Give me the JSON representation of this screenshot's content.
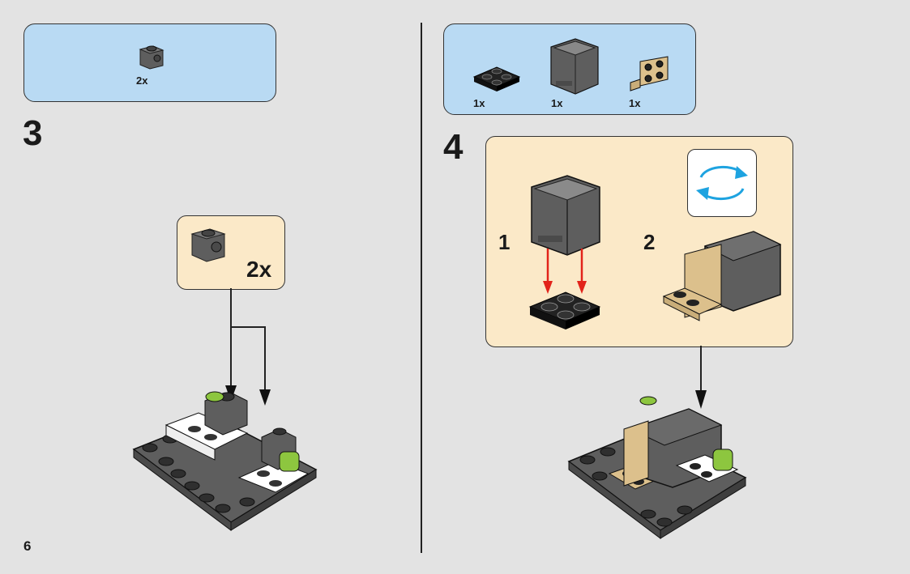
{
  "page": {
    "number": "6"
  },
  "step3": {
    "number": "3",
    "parts": [
      {
        "name": "1x1 brick with side stud",
        "color": "dark-grey",
        "qty": "2x"
      }
    ],
    "callout": {
      "qty": "2x"
    }
  },
  "step4": {
    "number": "4",
    "parts": [
      {
        "name": "2x2 plate",
        "color": "black",
        "qty": "1x"
      },
      {
        "name": "container box",
        "color": "dark-grey",
        "qty": "1x"
      },
      {
        "name": "2x2 bracket",
        "color": "tan",
        "qty": "1x"
      }
    ],
    "substeps": [
      {
        "number": "1"
      },
      {
        "number": "2"
      }
    ],
    "rotate_icon": "rotate-model-icon"
  },
  "colors": {
    "parts_panel": "#b9daf3",
    "substep_panel": "#fbe9c8",
    "background": "#e3e3e3",
    "red_arrow": "#e2231a",
    "rotate_arrow": "#1ea3e0",
    "lime": "#8dc63f",
    "tan": "#dcc08c",
    "dark_grey": "#5e5e5e"
  }
}
